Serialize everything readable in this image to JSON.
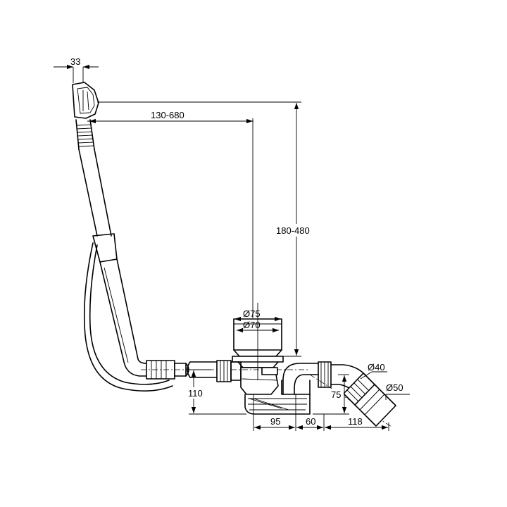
{
  "dimensions": {
    "d_33": "33",
    "d_130_680": "130-680",
    "d_180_480": "180-480",
    "d_o75": "Ø75",
    "d_o70": "Ø70",
    "d_o40": "Ø40",
    "d_o50": "Ø50",
    "d_110": "110",
    "d_75": "75",
    "d_95": "95",
    "d_60": "60",
    "d_118": "118"
  }
}
